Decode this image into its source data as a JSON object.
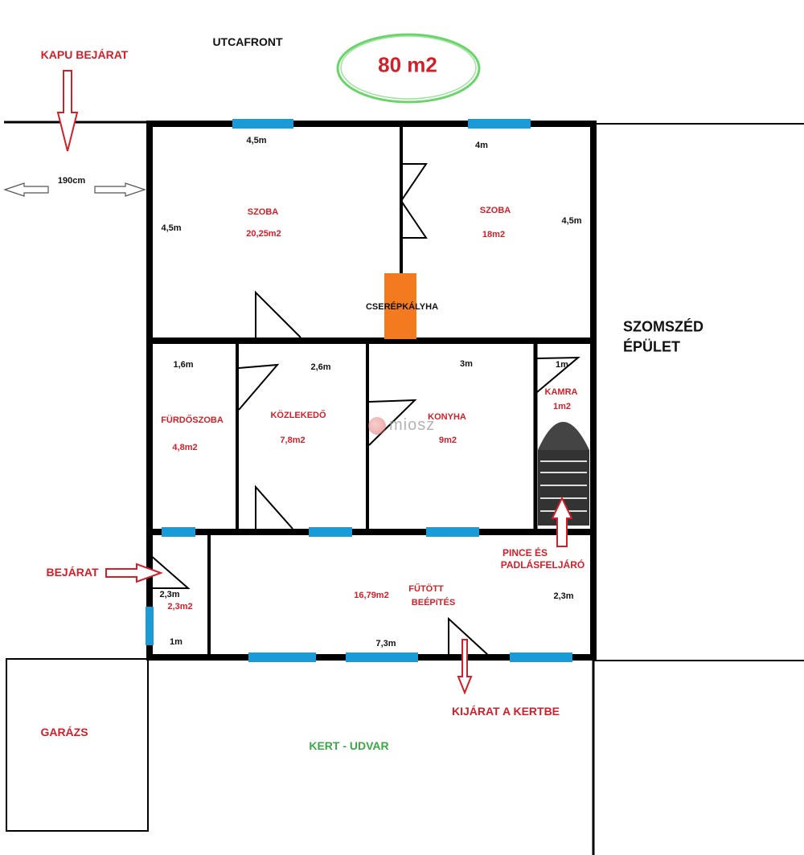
{
  "header": {
    "street_front": "UTCAFRONT",
    "total_area": "80 m2",
    "gate_entrance": "KAPU BEJÁRAT",
    "gate_width": "190cm"
  },
  "rooms": {
    "room_left": {
      "name": "SZOBA",
      "area": "20,25m2",
      "width": "4,5m",
      "depth": "4,5m"
    },
    "room_right": {
      "name": "SZOBA",
      "area": "18m2",
      "width": "4m",
      "depth": "4,5m"
    },
    "stove": "CSERÉPKÁLYHA",
    "bathroom": {
      "name": "FÜRDŐSZOBA",
      "area": "4,8m2",
      "width": "1,6m"
    },
    "hallway": {
      "name": "KÖZLEKEDŐ",
      "area": "7,8m2",
      "width": "2,6m"
    },
    "kitchen": {
      "name": "KONYHA",
      "area": "9m2",
      "width": "3m"
    },
    "pantry": {
      "name": "KAMRA",
      "area": "1m2",
      "width": "1m"
    },
    "entry": {
      "area": "2,3m2",
      "depth": "2,3m",
      "width": "1m"
    },
    "heated_addition": {
      "name_line1": "FŰTÖTT",
      "name_line2": "BEÉPíTÉS",
      "area": "16,79m2",
      "width": "7,3m",
      "depth": "2,3m"
    }
  },
  "annotations": {
    "entrance": "BEJÁRAT",
    "cellar_line1": "PINCE ÉS",
    "cellar_line2": "PADLÁSFELJÁRÓ",
    "neighbor_line1": "SZOMSZÉD",
    "neighbor_line2": "ÉPÜLET",
    "garden_exit": "KIJÁRAT A KERTBE",
    "garage": "GARÁZS",
    "garden": "KERT - UDVAR",
    "watermark": "miosz"
  },
  "colors": {
    "wall": "#000000",
    "window": "#1a9ad6",
    "stove": "#f47a20",
    "arrow": "#d0202a",
    "label_red": "#d0202a",
    "garden_green": "#3aa845",
    "ellipse_green": "#6ad46a"
  }
}
